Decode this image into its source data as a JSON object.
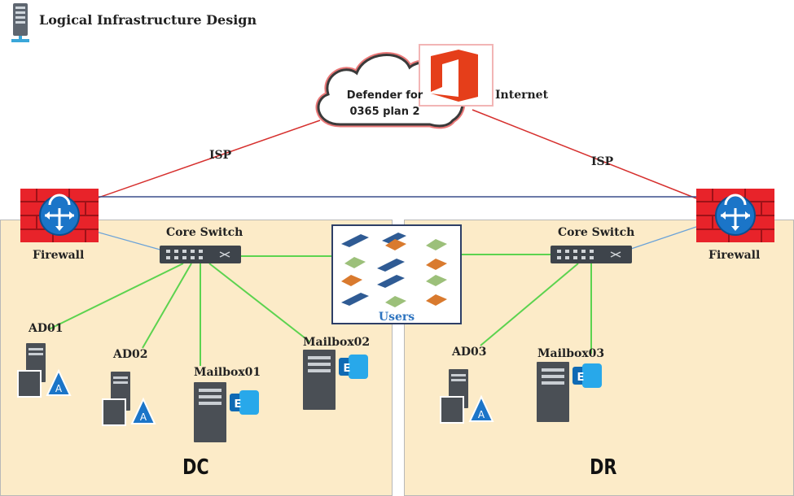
{
  "title": "Logical Infrastructure Design",
  "cloud": {
    "service": "Defender for 0365 plan 2",
    "internet": "Internet"
  },
  "isp_left": "ISP",
  "isp_right": "ISP",
  "sites": [
    {
      "label": "DC",
      "firewall": "Firewall",
      "switch": "Core Switch",
      "servers": [
        "AD01",
        "AD02",
        "Mailbox01",
        "Mailbox02"
      ]
    },
    {
      "label": "DR",
      "firewall": "Firewall",
      "switch": "Core Switch",
      "servers": [
        "AD03",
        "Mailbox03"
      ]
    }
  ],
  "users": "Users",
  "colors": {
    "wan_link": "#d6302e",
    "firewall_link": "#3a4e8c",
    "lan_link": "#5cd34f",
    "zone": "#fcebc8",
    "firewall": "#e8232a",
    "office": "#e53e1a"
  }
}
